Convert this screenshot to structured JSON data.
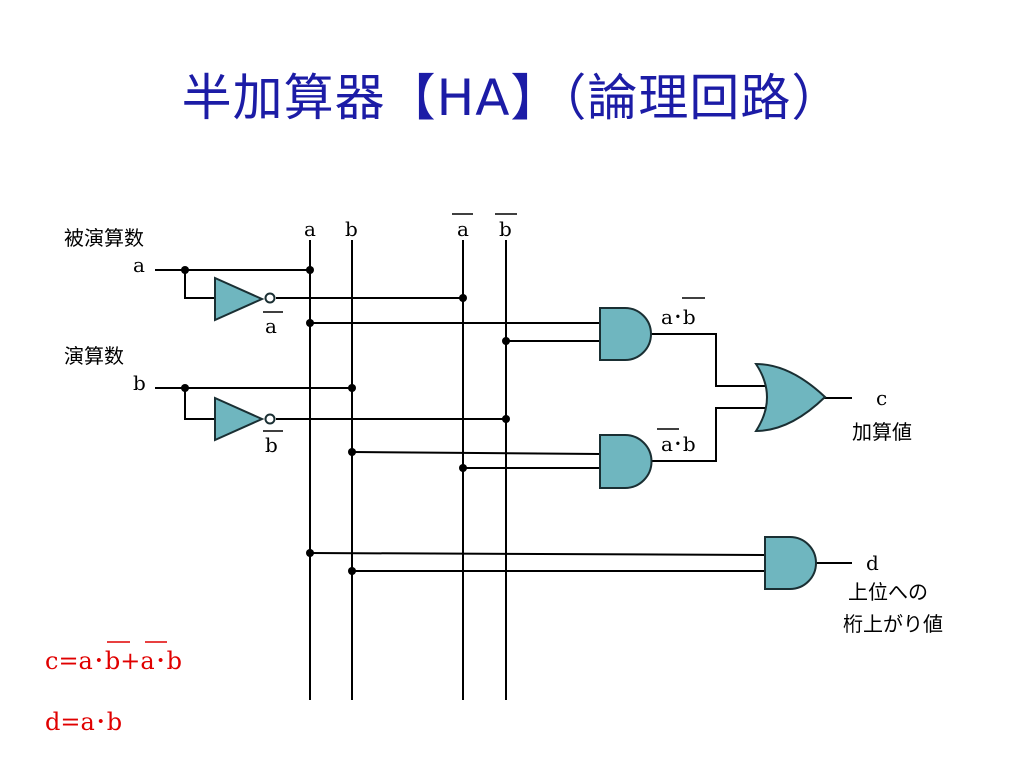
{
  "title": "半加算器【HA】（論理回路）",
  "colors": {
    "wire": "#000000",
    "gate_fill": "#6fb6bf",
    "gate_stroke": "#1a2f33",
    "formula": "#e00000",
    "title": "#1c1ca6"
  },
  "inputs": {
    "augend_label": "被演算数",
    "augend_var": "a",
    "addend_label": "演算数",
    "addend_var": "b"
  },
  "buses": {
    "a": "a",
    "b": "b",
    "a_not": "a",
    "b_not": "b"
  },
  "inverter_outputs": {
    "a_not": "a",
    "b_not": "b"
  },
  "gate_labels": {
    "and_top": "a･b",
    "and_mid": "a･b"
  },
  "outputs": {
    "c_var": "c",
    "c_label": "加算値",
    "d_var": "d",
    "d_label_line1": "上位への",
    "d_label_line2": "桁上がり値"
  },
  "formulas": {
    "c": "c=a･b+a･b",
    "d": "d=a･b"
  }
}
